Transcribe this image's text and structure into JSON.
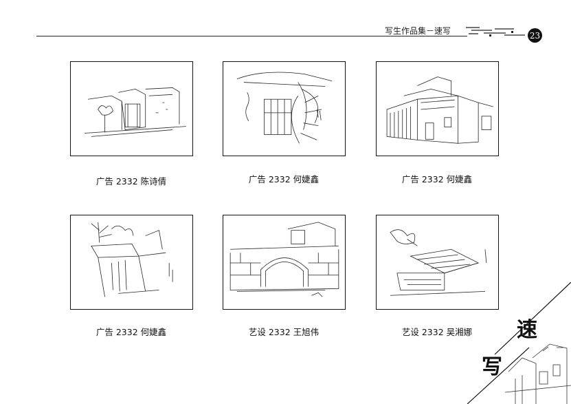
{
  "header": {
    "title": "写生作品集－速写",
    "page_number": "23"
  },
  "works": [
    {
      "caption": "广告 2332 陈诗倩"
    },
    {
      "caption": "广告 2332 何婕鑫"
    },
    {
      "caption": "广告 2332 何婕鑫"
    },
    {
      "caption": "广告 2332 何婕鑫"
    },
    {
      "caption": "艺设 2332 王旭伟"
    },
    {
      "caption": "艺设 2332 吴湘娜"
    }
  ],
  "corner": {
    "char_top": "速",
    "char_bottom": "写"
  }
}
